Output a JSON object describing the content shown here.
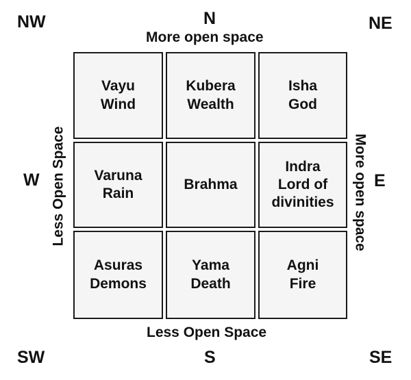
{
  "directions": {
    "nw": "NW",
    "n": "N",
    "ne": "NE",
    "w": "W",
    "e": "E",
    "sw": "SW",
    "s": "S",
    "se": "SE"
  },
  "edge_labels": {
    "top": "More open space",
    "bottom": "Less Open Space",
    "left": "Less Open Space",
    "right": "More open space"
  },
  "grid": {
    "cells": [
      {
        "lines": [
          "Vayu",
          "Wind"
        ]
      },
      {
        "lines": [
          "Kubera",
          "Wealth"
        ]
      },
      {
        "lines": [
          "Isha",
          "God"
        ]
      },
      {
        "lines": [
          "Varuna",
          "Rain"
        ]
      },
      {
        "lines": [
          "Brahma"
        ]
      },
      {
        "lines": [
          "Indra",
          "Lord of",
          "divinities"
        ]
      },
      {
        "lines": [
          "Asuras",
          "Demons"
        ]
      },
      {
        "lines": [
          "Yama",
          "Death"
        ]
      },
      {
        "lines": [
          "Agni",
          "Fire"
        ]
      }
    ]
  }
}
